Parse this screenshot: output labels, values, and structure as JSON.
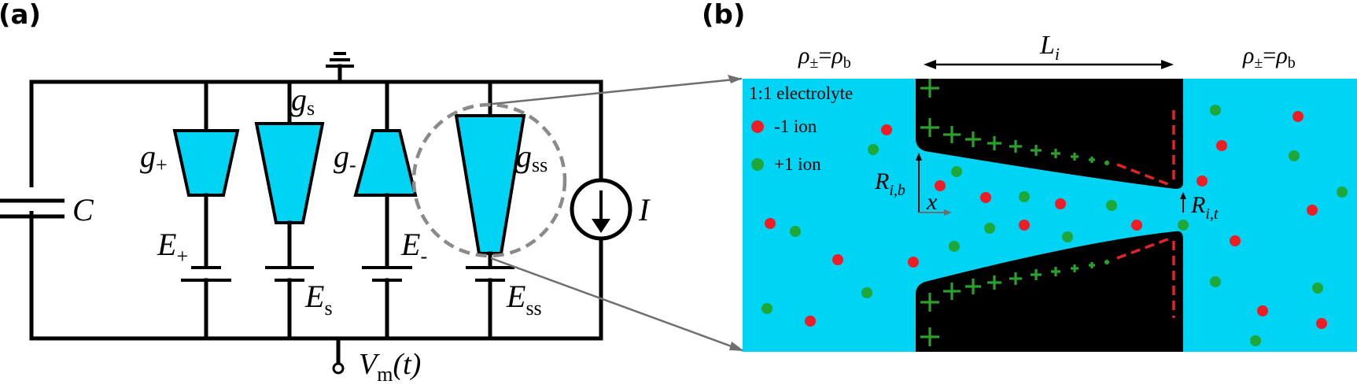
{
  "panels": {
    "a_label": "(a)",
    "b_label": "(b)"
  },
  "circuit": {
    "capacitor": {
      "symbol": "C"
    },
    "current_source": {
      "symbol": "I"
    },
    "ground_symbol": "ground-icon",
    "output_node": {
      "symbol": "V",
      "subscript": "m",
      "suffix": "(t)"
    },
    "channels": [
      {
        "g": "g",
        "g_sub": "+",
        "E": "E",
        "E_sub": "+"
      },
      {
        "g": "g",
        "g_sub": "s",
        "E": "E",
        "E_sub": "s"
      },
      {
        "g": "g",
        "g_sub": "-",
        "E": "E",
        "E_sub": "-"
      },
      {
        "g": "g",
        "g_sub": "ss",
        "E": "E",
        "E_sub": "ss"
      }
    ]
  },
  "nanopore": {
    "length_label": {
      "sym": "L",
      "sub": "i"
    },
    "left_condition": {
      "rho": "ρ",
      "pm": "±",
      "eq": "=",
      "rho_b": "ρ",
      "b": "b"
    },
    "right_condition": {
      "rho": "ρ",
      "pm": "±",
      "eq": "=",
      "rho_b": "ρ",
      "b": "b"
    },
    "legend": {
      "title": "1:1 electrolyte",
      "neg_ion": "-1 ion",
      "pos_ion": "+1 ion"
    },
    "base_radius": {
      "sym": "R",
      "sub": "i,b"
    },
    "tip_radius": {
      "sym": "R",
      "sub": "i,t"
    },
    "x_axis": "x",
    "colors": {
      "electrolyte": "#00d4f4",
      "membrane": "#000000",
      "neg_ion": "#ee1c25",
      "pos_ion": "#1fa83a",
      "surface_charge": "#2ba02b"
    }
  }
}
